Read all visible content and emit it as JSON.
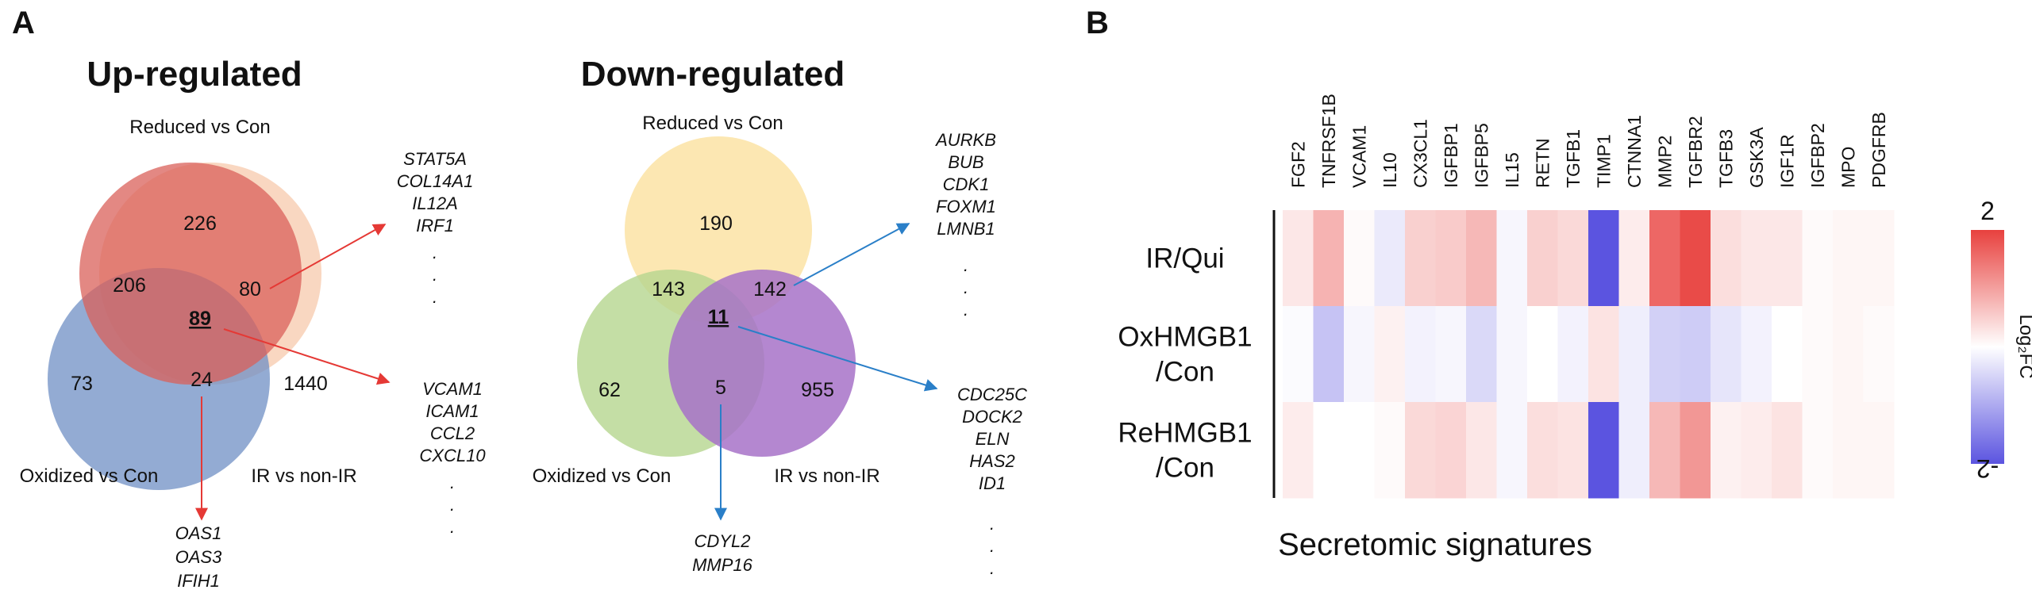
{
  "panels": {
    "a_letter": "A",
    "b_letter": "B"
  },
  "venn_up": {
    "title": "Up-regulated",
    "set_reduced": "Reduced vs Con",
    "set_oxidized": "Oxidized vs Con",
    "set_ir": "IR vs non-IR",
    "n_reduced_only": "226",
    "n_reduced_oxidized": "206",
    "n_reduced_ir": "80",
    "n_all": "89",
    "n_oxidized_only": "73",
    "n_oxidized_ir": "24",
    "n_ir_only": "1440",
    "genes_reduced_ir": [
      "STAT5A",
      "COL14A1",
      "IL12A",
      "IRF1",
      ".",
      ".",
      "."
    ],
    "genes_all": [
      "VCAM1",
      "ICAM1",
      "CCL2",
      "CXCL10",
      ".",
      ".",
      "."
    ],
    "genes_oxidized_ir": [
      "OAS1",
      "OAS3",
      "IFIH1"
    ],
    "colors": {
      "reduced": "#d9605a",
      "oxidized": "#6f8fc4",
      "ir": "#f7c6a6",
      "arrow": "#e53935"
    }
  },
  "venn_down": {
    "title": "Down-regulated",
    "set_reduced": "Reduced vs Con",
    "set_oxidized": "Oxidized vs Con",
    "set_ir": "IR vs non-IR",
    "n_reduced_only": "190",
    "n_reduced_oxidized": "143",
    "n_reduced_ir": "142",
    "n_all": "11",
    "n_oxidized_only": "62",
    "n_oxidized_ir": "5",
    "n_ir_only": "955",
    "genes_reduced_ir": [
      "AURKB",
      "BUB",
      "CDK1",
      "FOXM1",
      "LMNB1",
      ".",
      ".",
      "."
    ],
    "genes_all": [
      "CDC25C",
      "DOCK2",
      "ELN",
      "HAS2",
      "ID1",
      ".",
      ".",
      "."
    ],
    "genes_oxidized_ir": [
      "CDYL2",
      "MMP16"
    ],
    "colors": {
      "reduced": "#fbe3a4",
      "oxidized": "#b5d68f",
      "ir": "#a772c8",
      "arrow": "#2a7fc8"
    }
  },
  "heatmap": {
    "xlabel": "Secretomic signatures",
    "colorbar_label": "Log₂FC",
    "colorbar_max": "2",
    "colorbar_min": "-2",
    "range": [
      -2,
      2
    ],
    "columns": [
      "FGF2",
      "TNFRSF1B",
      "VCAM1",
      "IL10",
      "CX3CL1",
      "IGFBP1",
      "IGFBP5",
      "IL15",
      "RETN",
      "TGFB1",
      "TIMP1",
      "CTNNA1",
      "MMP2",
      "TGFBR2",
      "TGFB3",
      "GSK3A",
      "IGF1R",
      "IGFBP2",
      "MPO",
      "PDGFRB"
    ],
    "rows": [
      {
        "label": [
          "IR/Qui"
        ],
        "values": [
          0.25,
          0.8,
          0.05,
          -0.25,
          0.5,
          0.55,
          0.75,
          -0.1,
          0.5,
          0.4,
          -2.0,
          0.2,
          1.6,
          1.9,
          0.35,
          0.25,
          0.25,
          0.05,
          0.1,
          0.1
        ]
      },
      {
        "label": [
          "OxHMGB1",
          "/Con"
        ],
        "values": [
          -0.05,
          -0.7,
          -0.1,
          0.15,
          -0.15,
          -0.1,
          -0.45,
          -0.1,
          0.0,
          -0.15,
          0.3,
          -0.2,
          -0.55,
          -0.6,
          -0.3,
          -0.15,
          0.0,
          0.05,
          0.1,
          0.05
        ]
      },
      {
        "label": [
          "ReHMGB1",
          "/Con"
        ],
        "values": [
          0.2,
          0.0,
          0.0,
          0.05,
          0.4,
          0.45,
          0.25,
          -0.1,
          0.35,
          0.3,
          -2.0,
          -0.2,
          0.75,
          1.1,
          0.15,
          0.2,
          0.3,
          0.05,
          0.1,
          0.1
        ]
      }
    ]
  }
}
